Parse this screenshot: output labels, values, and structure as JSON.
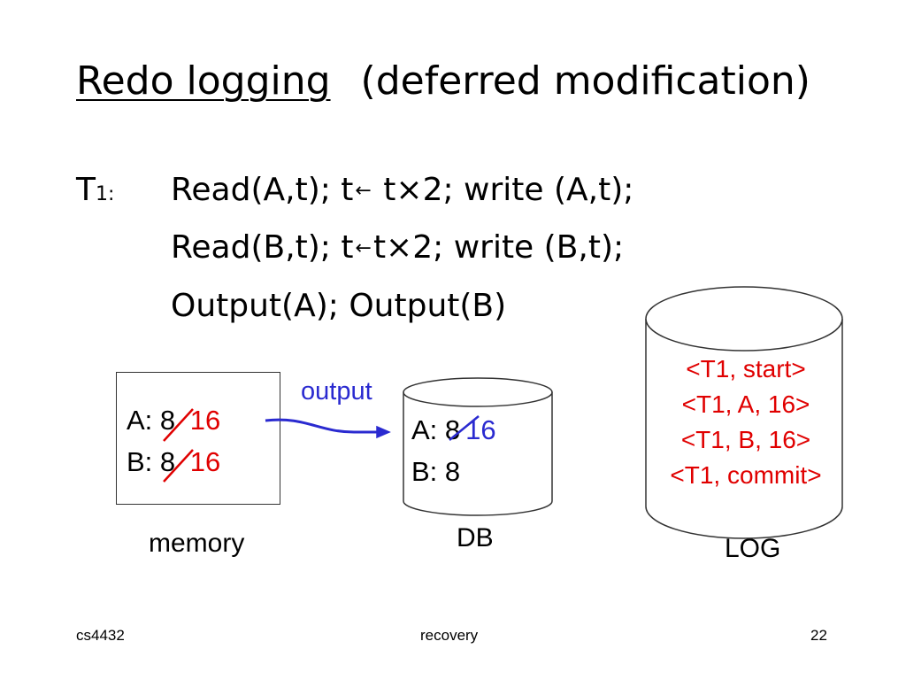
{
  "title": {
    "underlined": "Redo logging",
    "rest": "(deferred modification)"
  },
  "transaction": {
    "label": "T",
    "subscript": "1:",
    "lines": [
      {
        "pre": "Read(A,t); t",
        "arrow": "←",
        "post": " t×2; write (A,t);"
      },
      {
        "pre": "Read(B,t); t",
        "arrow": "←",
        "post": "t×2; write (B,t);"
      },
      {
        "pre": "Output(A); Output(B)",
        "arrow": "",
        "post": ""
      }
    ]
  },
  "memory": {
    "a_label": "A:",
    "a_old": "8",
    "a_new": "16",
    "b_label": "B:",
    "b_old": "8",
    "b_new": "16",
    "caption": "memory"
  },
  "output_label": "output",
  "db": {
    "a_label": "A:",
    "a_old": "8",
    "a_new": "16",
    "b_label": "B:",
    "b_value": "8",
    "caption": "DB"
  },
  "log": {
    "entries": [
      "<T1, start>",
      "<T1, A, 16>",
      "<T1, B, 16>",
      "<T1, commit>"
    ],
    "caption": "LOG"
  },
  "footer": {
    "course": "cs4432",
    "topic": "recovery",
    "page": "22"
  },
  "colors": {
    "red": "#e00000",
    "blue": "#2a2ad0"
  }
}
